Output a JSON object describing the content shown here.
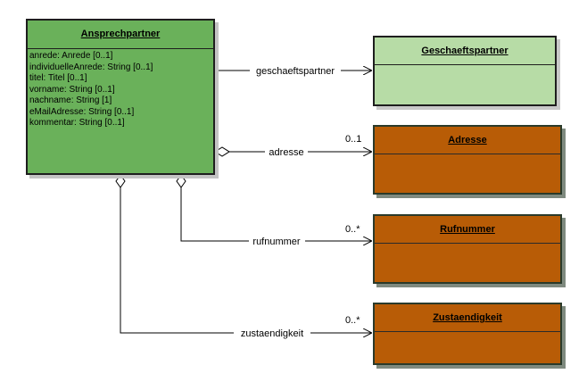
{
  "classes": {
    "ansprechpartner": {
      "name": "Ansprechpartner",
      "attributes": [
        "anrede: Anrede [0..1]",
        "individuelleAnrede: String [0..1]",
        "titel: Titel [0..1]",
        "vorname: String [0..1]",
        "nachname: String [1]",
        "eMailAdresse: String [0..1]",
        "kommentar: String [0..1]"
      ],
      "color": "#6ab15a"
    },
    "geschaeftspartner": {
      "name": "Geschaeftspartner",
      "color": "#b7dca6"
    },
    "adresse": {
      "name": "Adresse",
      "color": "#b85c06"
    },
    "rufnummer": {
      "name": "Rufnummer",
      "color": "#b85c06"
    },
    "zustaendigkeit": {
      "name": "Zustaendigkeit",
      "color": "#b85c06"
    }
  },
  "associations": {
    "geschaeftspartner": {
      "label": "geschaeftspartner",
      "multiplicity": ""
    },
    "adresse": {
      "label": "adresse",
      "multiplicity": "0..1"
    },
    "rufnummer": {
      "label": "rufnummer",
      "multiplicity": "0..*"
    },
    "zustaendigkeit": {
      "label": "zustaendigkeit",
      "multiplicity": "0..*"
    }
  }
}
